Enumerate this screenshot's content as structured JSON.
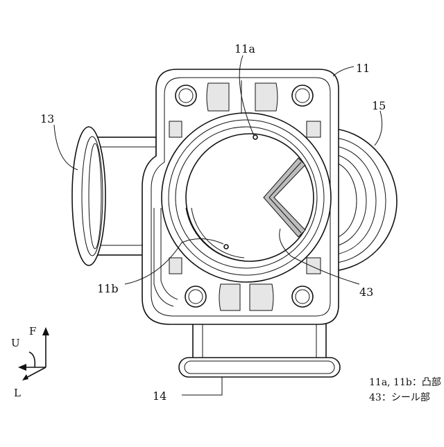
{
  "labels": {
    "body": "11",
    "boss_top": "11a",
    "boss_bottom": "11b",
    "port_left": "13",
    "port_bottom": "14",
    "port_right": "15",
    "seal": "43"
  },
  "axes": {
    "forward": "F",
    "up": "U",
    "left": "L"
  },
  "legend": {
    "line1": "11a, 11b：凸部",
    "line2": "43：シール部"
  }
}
